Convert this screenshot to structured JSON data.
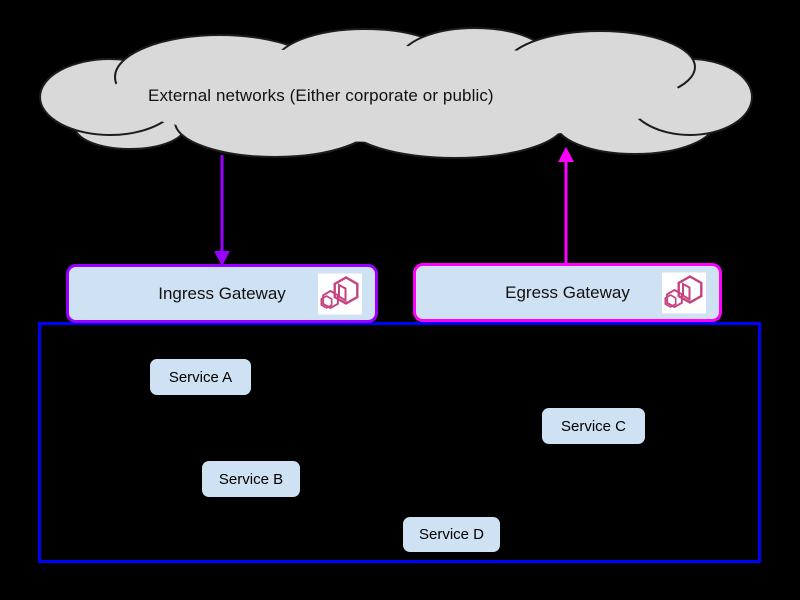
{
  "background": "#000000",
  "cloud": {
    "label": "External networks (Either corporate or public)",
    "fill": "#d9d9d9",
    "outline": "#1c1c1c"
  },
  "arrows": [
    {
      "id": "ingress-arrow",
      "direction": "down",
      "color": "#9900ff",
      "from": "cloud",
      "to": "Ingress Gateway"
    },
    {
      "id": "egress-arrow",
      "direction": "up",
      "color": "#ff00ff",
      "from": "Egress Gateway",
      "to": "cloud"
    }
  ],
  "gateways": [
    {
      "label": "Ingress Gateway",
      "border_color": "#9900ff",
      "fill": "#cfe2f3",
      "icon": "gateway-logo-icon",
      "icon_color": "#c5437f"
    },
    {
      "label": "Egress Gateway",
      "border_color": "#ff00ff",
      "fill": "#cfe2f3",
      "icon": "gateway-logo-icon",
      "icon_color": "#c5437f"
    }
  ],
  "cluster": {
    "border_color": "#0000ff",
    "service_fill": "#cfe2f3",
    "services": [
      {
        "label": "Service A"
      },
      {
        "label": "Service B"
      },
      {
        "label": "Service C"
      },
      {
        "label": "Service D"
      }
    ]
  }
}
